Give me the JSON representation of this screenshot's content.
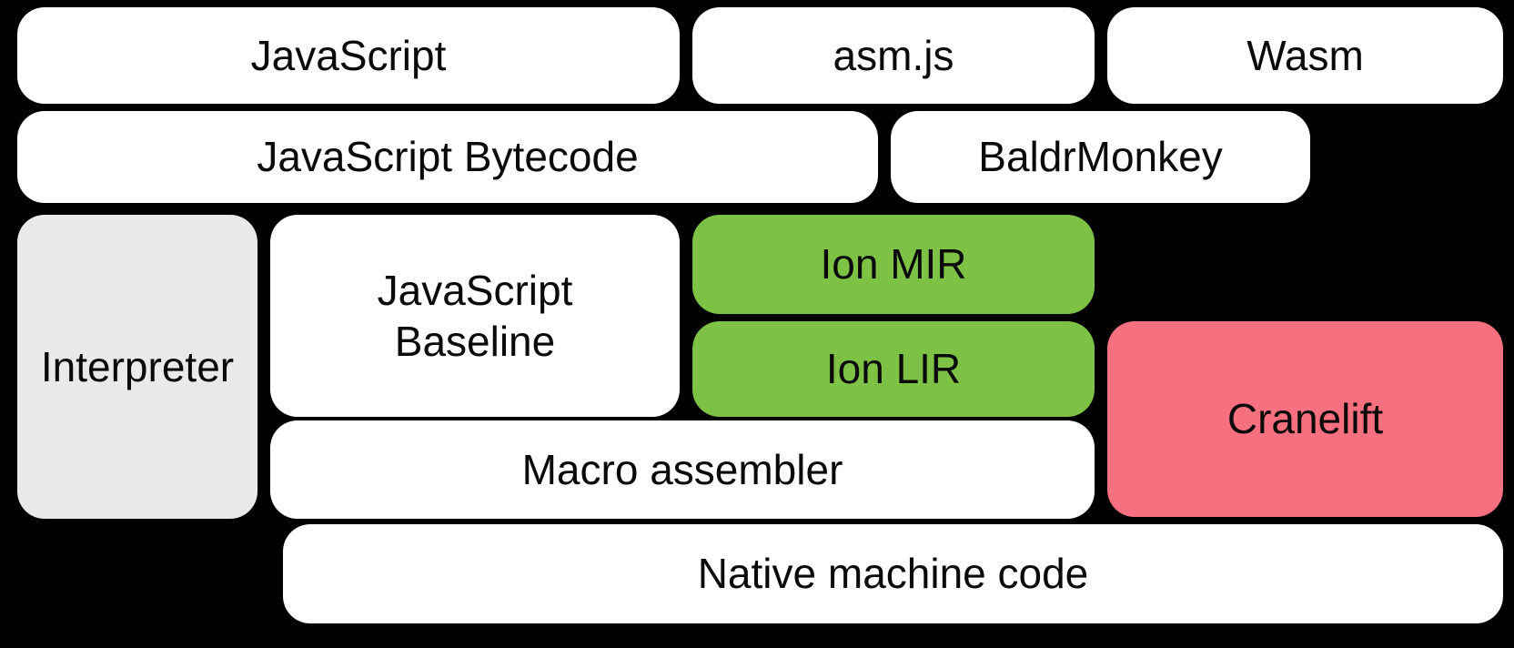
{
  "colors": {
    "background": "#000000",
    "box-white": "#ffffff",
    "box-gray": "#e9e9e9",
    "box-green": "#7dc244",
    "box-pink": "#f7707f",
    "text": "#0a0a0a"
  },
  "boxes": {
    "javascript": {
      "label": "JavaScript"
    },
    "asmjs": {
      "label": "asm.js"
    },
    "wasm": {
      "label": "Wasm"
    },
    "javascript_bytecode": {
      "label": "JavaScript Bytecode"
    },
    "baldrmonkey": {
      "label": "BaldrMonkey"
    },
    "interpreter": {
      "label": "Interpreter"
    },
    "javascript_baseline": {
      "label": "JavaScript\nBaseline"
    },
    "ion_mir": {
      "label": "Ion MIR"
    },
    "ion_lir": {
      "label": "Ion LIR"
    },
    "cranelift": {
      "label": "Cranelift"
    },
    "macro_assembler": {
      "label": "Macro assembler"
    },
    "native_machine_code": {
      "label": "Native machine code"
    }
  }
}
